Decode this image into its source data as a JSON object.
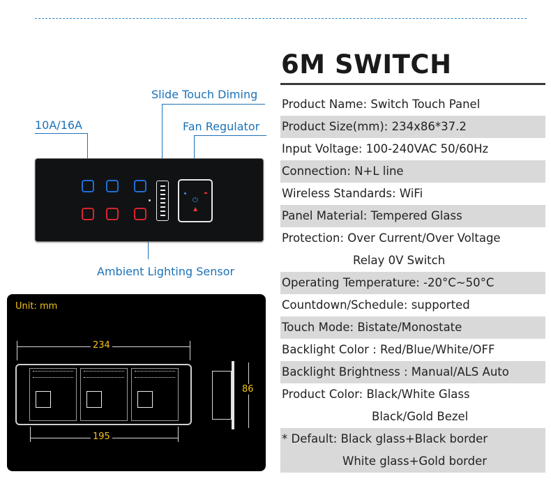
{
  "annotations": {
    "slide": "Slide Touch Diming",
    "amp": "10A/16A",
    "fan": "Fan Regulator",
    "sensor": "Ambient Lighting Sensor"
  },
  "dimensions": {
    "unit": "Unit: mm",
    "width_total": "234",
    "width_inner": "195",
    "height": "86"
  },
  "specs": {
    "title": "6M SWITCH",
    "rows": [
      "Product Name: Switch Touch Panel",
      "Product Size(mm): 234x86*37.2",
      "Input Voltage: 100-240VAC 50/60Hz",
      "Connection: N+L line",
      "Wireless Standards:  WiFi",
      "Panel Material: Tempered Glass",
      "Protection: Over Current/Over Voltage",
      "Relay 0V Switch",
      "Operating Temperature: -20°C~50°C",
      "Countdown/Schedule: supported",
      "Touch Mode: Bistate/Monostate",
      "Backlight Color : Red/Blue/White/OFF",
      "Backlight Brightness : Manual/ALS Auto",
      "Product Color: Black/White Glass",
      "Black/Gold Bezel",
      "* Default: Black glass+Black border",
      "White glass+Gold border"
    ]
  },
  "colors": {
    "annotation": "#1b72b8",
    "panel": "#111214",
    "key_blue": "#1f6fd6",
    "key_red": "#d8262e",
    "dimension_text": "#f4c21a",
    "row_shade": "#d9d9d9"
  }
}
